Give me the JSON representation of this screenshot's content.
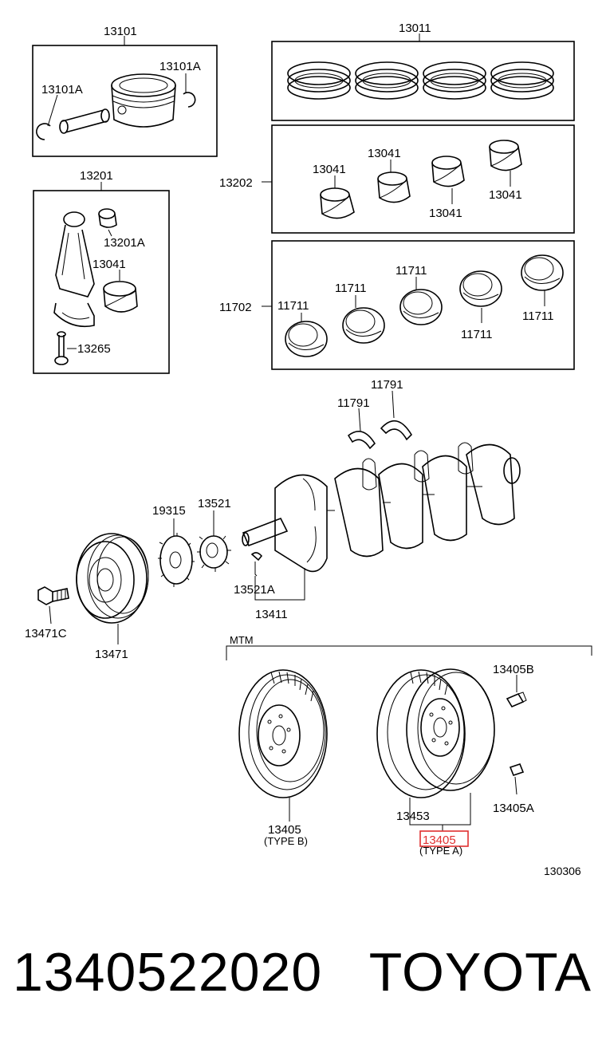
{
  "labels": {
    "piston_set": "13101",
    "snap_ring_left": "13101A",
    "snap_ring_right": "13101A",
    "ring_set": "13011",
    "conrod_bearing_group": "13202",
    "bearing_a1": "13041",
    "bearing_a2": "13041",
    "bearing_a3": "13041",
    "bearing_a4": "13041",
    "conrod_assy": "13201",
    "bushing": "13201A",
    "conrod_bearing": "13041",
    "conrod_bolt": "13265",
    "main_bearing_group": "11702",
    "main_b1": "11711",
    "main_b2": "11711",
    "main_b3": "11711",
    "main_b4": "11711",
    "main_b5": "11711",
    "thrust_washer_a": "11791",
    "thrust_washer_b": "11791",
    "plate": "19315",
    "timing_gear": "13521",
    "key": "13521A",
    "crankshaft": "13411",
    "pulley_bolt": "13471C",
    "pulley": "13471",
    "mtm": "MTM",
    "flywheel_bolt": "13405B",
    "flywheel_b": "13405",
    "type_b": "(TYPE B)",
    "ring_gear": "13453",
    "flywheel_a": "13405",
    "type_a": "(TYPE A)",
    "dowel_pin": "13405A",
    "diagram_code": "130306"
  },
  "highlight_color": "#e03030",
  "footer": {
    "part_number": "1340522020",
    "brand": "TOYOTA"
  }
}
